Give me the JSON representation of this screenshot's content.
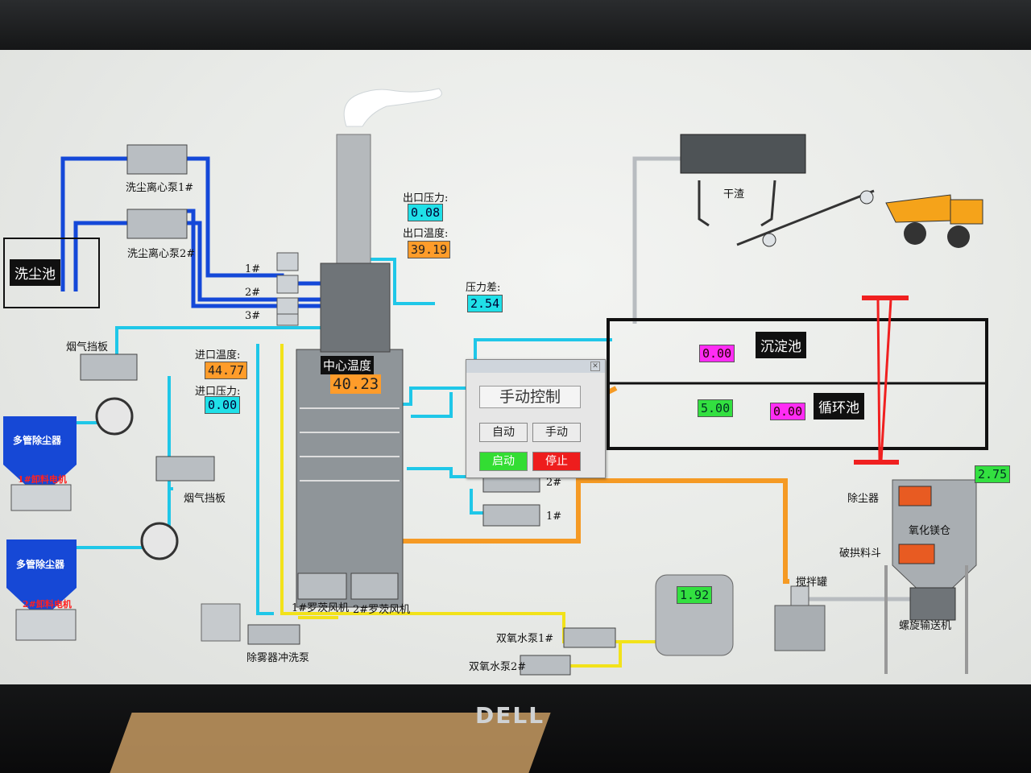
{
  "title": {
    "dialog": "手动控制"
  },
  "labels": {
    "wash_pool": "洗尘池",
    "pump1": "洗尘离心泵1#",
    "pump2": "洗尘离心泵2#",
    "baffle1": "烟气挡板",
    "baffle2": "烟气挡板",
    "mpdc1": "多管除尘器",
    "mpdc2": "多管除尘器",
    "motor1": "1#卸料电机",
    "motor2": "2#卸料电机",
    "inlet_temp": "进口温度:",
    "inlet_press": "进口压力:",
    "outlet_press": "出口压力:",
    "outlet_temp": "出口温度:",
    "press_diff": "压力差:",
    "center_temp": "中心温度",
    "row1": "1#",
    "row2": "2#",
    "row3": "3#",
    "blower1": "1#罗茨风机",
    "blower2": "2#罗茨风机",
    "demister": "除雾器冲洗泵",
    "h2o2_1": "双氧水泵1#",
    "h2o2_2": "双氧水泵2#",
    "dry_slag": "干渣",
    "settle": "沉淀池",
    "circ": "循环池",
    "dust": "除尘器",
    "mgo": "氧化镁仓",
    "arch": "破拱料斗",
    "mixer": "搅拌罐",
    "screw": "螺旋输送机",
    "pump_r2": "2#",
    "pump_r1": "1#"
  },
  "values": {
    "outlet_press": "0.08",
    "outlet_temp": "39.19",
    "press_diff": "2.54",
    "inlet_temp": "44.77",
    "inlet_press": "0.00",
    "center_temp": "40.23",
    "settle_a": "0.00",
    "settle_b": "5.00",
    "circ": "0.00",
    "silo": "2.75",
    "tank": "1.92"
  },
  "dialog": {
    "auto": "自动",
    "manual": "手动",
    "start": "启动",
    "stop": "停止"
  },
  "colors": {
    "water_blue": "#1448d8",
    "cyan_pipe": "#1fc7e8",
    "yellow_pipe": "#f2e21a",
    "orange_pipe": "#f59a24",
    "red_frame": "#f02020"
  },
  "brand": "DELL"
}
